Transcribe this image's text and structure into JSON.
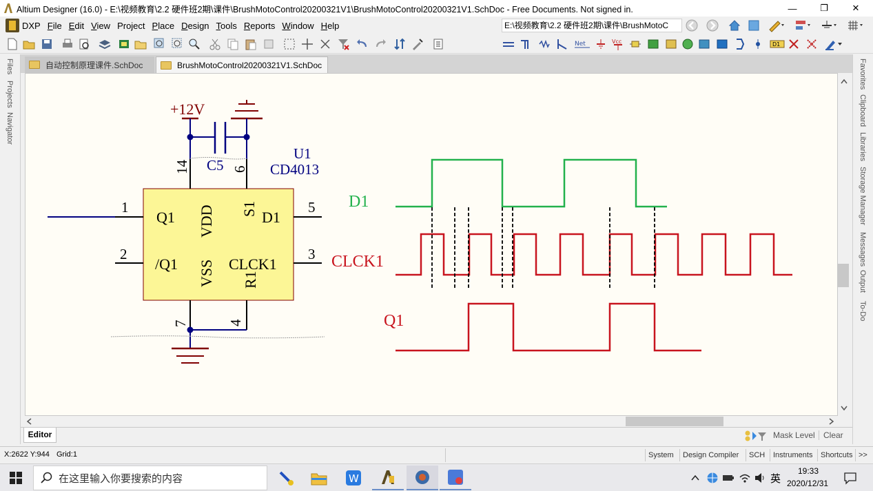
{
  "window": {
    "title": "Altium Designer (16.0) - E:\\视频教育\\2.2 硬件班2期\\课件\\BrushMotoControl20200321V1\\BrushMotoControl20200321V1.SchDoc - Free Documents. Not signed in.",
    "min_glyph": "—",
    "max_glyph": "❐",
    "close_glyph": "✕"
  },
  "menu": {
    "dxp": "DXP",
    "items": [
      {
        "first": "F",
        "rest": "ile"
      },
      {
        "first": "E",
        "rest": "dit"
      },
      {
        "first": "V",
        "rest": "iew"
      },
      {
        "first": "",
        "rest": "Project"
      },
      {
        "first": "P",
        "rest": "lace"
      },
      {
        "first": "D",
        "rest": "esign"
      },
      {
        "first": "T",
        "rest": "ools"
      },
      {
        "first": "R",
        "rest": "eports"
      },
      {
        "first": "W",
        "rest": "indow"
      },
      {
        "first": "H",
        "rest": "elp"
      }
    ]
  },
  "pathbox": "E:\\视频教育\\2.2 硬件班2期\\课件\\BrushMotoC",
  "left_panel_tabs": [
    "Files",
    "Projects",
    "Navigator"
  ],
  "right_panel_tabs": [
    "Favorites",
    "Clipboard",
    "Libraries",
    "Storage Manager",
    "Messages",
    "Output",
    "To-Do"
  ],
  "doc_tabs": [
    "自动控制原理课件.SchDoc",
    "BrushMotoControl20200321V1.SchDoc"
  ],
  "schematic": {
    "power_label": "+12V",
    "cap_label": "C5",
    "ic_ref": "U1",
    "ic_part": "CD4013",
    "pin_nums": {
      "p14": "14",
      "p6": "6",
      "p1": "1",
      "p2": "2",
      "p5": "5",
      "p3": "3",
      "p7": "7",
      "p4": "4"
    },
    "pin_names": {
      "q1": "Q1",
      "q1n": "/Q1",
      "vdd": "VDD",
      "vss": "VSS",
      "s1": "S1",
      "d1": "D1",
      "clck1": "CLCK1",
      "r1": "R1"
    },
    "wave_labels": {
      "d1": "D1",
      "clck1": "CLCK1",
      "q1": "Q1"
    },
    "colors": {
      "d1": "#22b14c",
      "clck1": "#c8141e",
      "q1": "#c8141e",
      "wire": "#000080",
      "pin": "#000000",
      "body": "#fcf696",
      "power": "#800000"
    }
  },
  "editor_tab": "Editor",
  "mask_level": "Mask Level",
  "clear": "Clear",
  "status": {
    "coords": "X:2622 Y:944",
    "grid": "Grid:1",
    "buttons": [
      "System",
      "Design Compiler",
      "SCH",
      "Instruments",
      "Shortcuts",
      ">>"
    ]
  },
  "taskbar": {
    "search_placeholder": "在这里输入你要搜索的内容",
    "ime": "英",
    "time": "19:33",
    "date": "2020/12/31"
  }
}
